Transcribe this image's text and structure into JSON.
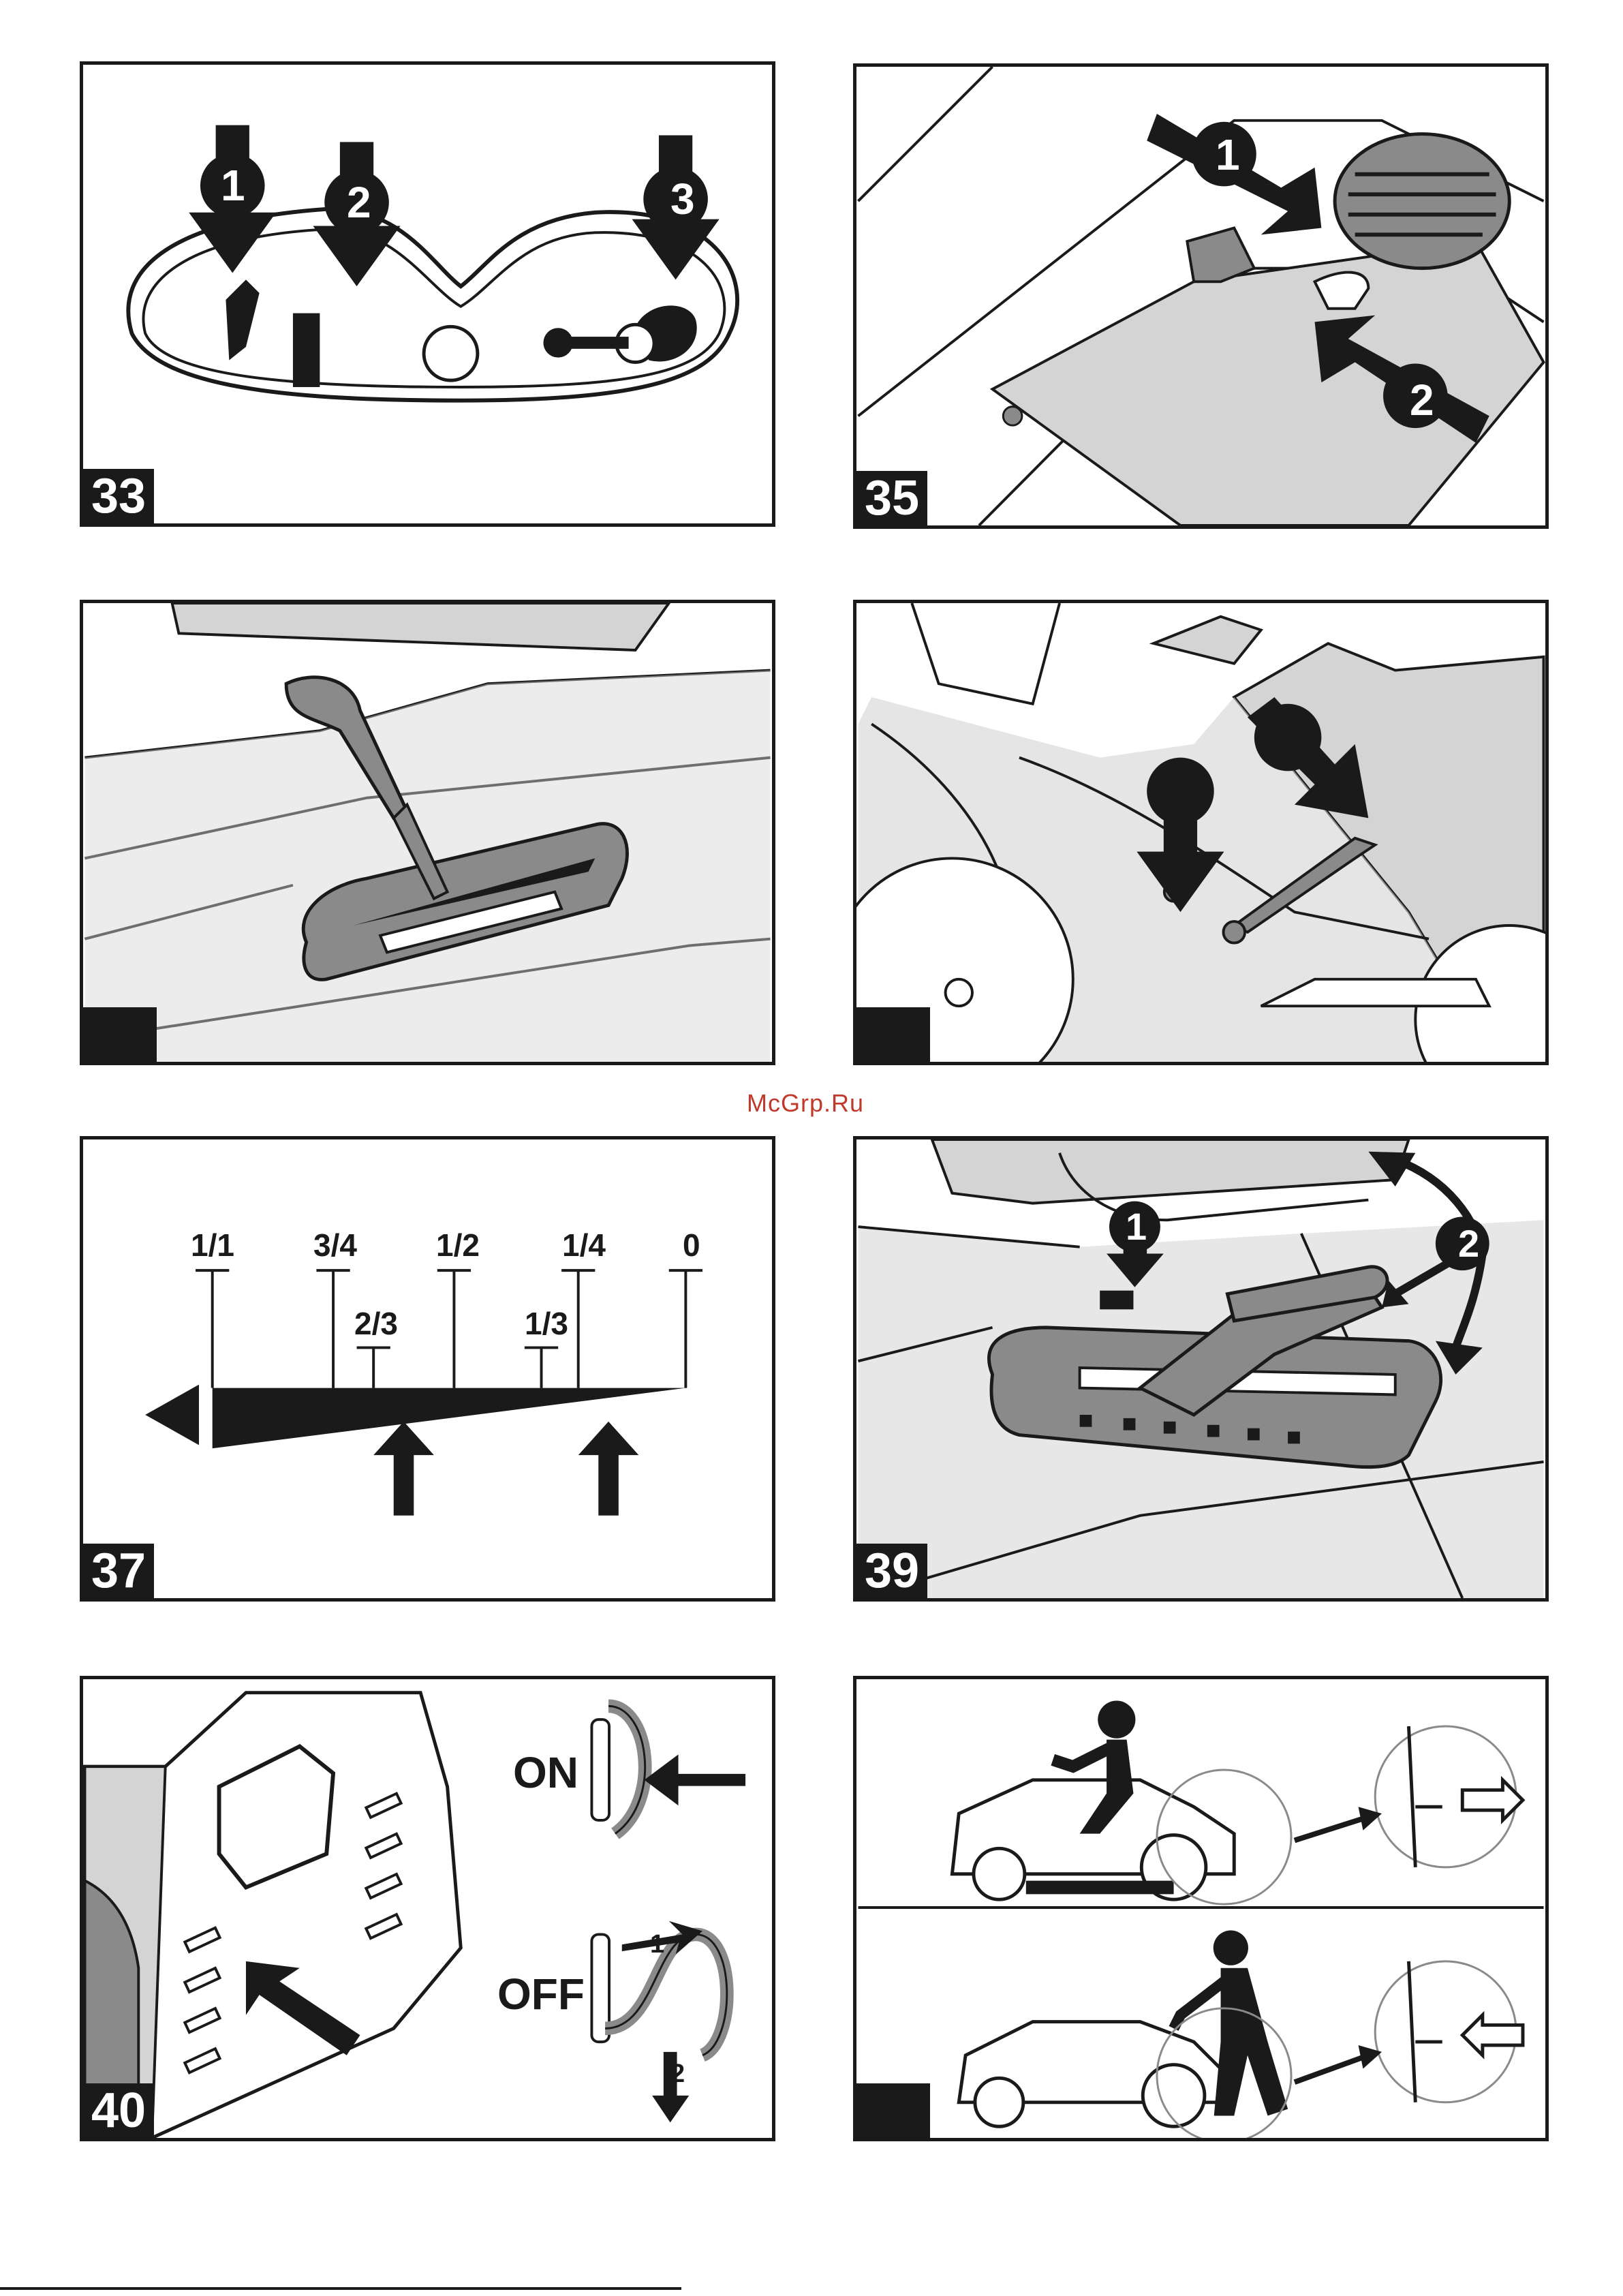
{
  "watermark": "McGrp.Ru",
  "figures": [
    {
      "id": "33",
      "label": "33",
      "callouts": [
        "1",
        "2",
        "3"
      ]
    },
    {
      "id": "35",
      "label": "35",
      "callouts": [
        "1",
        "2"
      ]
    },
    {
      "id": "36",
      "label": ""
    },
    {
      "id": "38",
      "label": ""
    },
    {
      "id": "37",
      "label": "37",
      "scale": [
        "1/1",
        "3/4",
        "2/3",
        "1/2",
        "1/3",
        "1/4",
        "0"
      ]
    },
    {
      "id": "39",
      "label": "39",
      "callouts": [
        "1",
        "2"
      ]
    },
    {
      "id": "40",
      "label": "40",
      "on_label": "ON",
      "off_label": "OFF",
      "callouts": [
        "1",
        "2"
      ]
    },
    {
      "id": "41",
      "label": ""
    }
  ],
  "scale_labels": {
    "full": "1/1",
    "three_quarters": "3/4",
    "two_thirds": "2/3",
    "half": "1/2",
    "one_third": "1/3",
    "one_quarter": "1/4",
    "empty": "0"
  },
  "colors": {
    "ink": "#1a1a1a",
    "grey": "#d4d4d4",
    "darkgrey": "#8a8a8a",
    "watermark": "#c0392b"
  }
}
